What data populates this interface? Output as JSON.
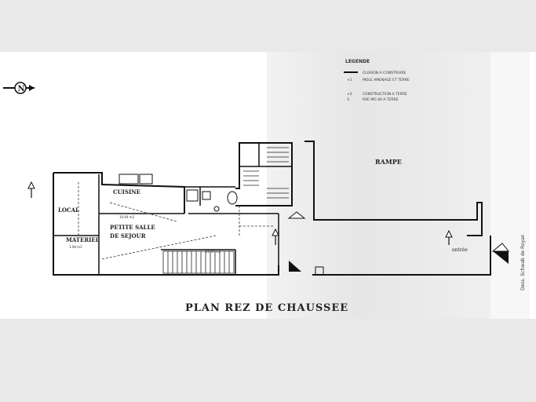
{
  "drawing": {
    "title": "PLAN  REZ DE CHAUSSEE",
    "north_mark": "N",
    "side_caption": "Dess. Schwab de Royan",
    "room_labels": {
      "cuisine": "CUISINE",
      "local": "LOCAL",
      "petite_salle_line1": "PETITE SALLE",
      "petite_salle_line2": "DE  SEJOUR",
      "materiel": "MATERIEL",
      "rampe": "RAMPE",
      "entree": "entrée"
    },
    "legend": {
      "heading": "LEGENDE",
      "rows": [
        {
          "symbol": "",
          "text": "CLOISON  A  CONSTRUIRE"
        },
        {
          "symbol": "+1",
          "text": "MOLE  AMENAGE  ET  TERRE"
        },
        {
          "symbol": "+2",
          "text": "CONSTRUCTION  A  TERRE"
        },
        {
          "symbol": "3",
          "text": "RSE  MO 40  A  TERRE"
        }
      ]
    },
    "dimension_marks": [
      "3.08 m2",
      "10.69 m2",
      "21.97 m2"
    ]
  }
}
